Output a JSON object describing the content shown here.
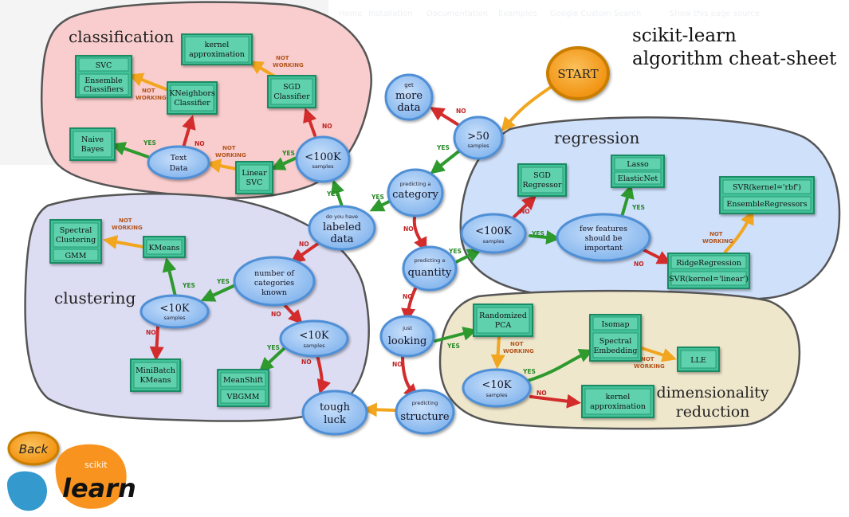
{
  "title_lines": [
    "scikit-learn",
    "algorithm cheat-sheet"
  ],
  "faded_nav": [
    "Home",
    "Installation",
    "Documentation",
    "Examples",
    "Google Custom Search",
    "Show this page source"
  ],
  "back_label": "Back",
  "logo": {
    "small": "scikit",
    "large": "learn",
    "colors": {
      "orange": "#f7931e",
      "blue": "#3499cd"
    }
  },
  "regions": {
    "classification": "classification",
    "regression": "regression",
    "clustering": "clustering",
    "dimensionality": [
      "dimensionality",
      "reduction"
    ]
  },
  "region_colors": {
    "classification": "#f9cdcd",
    "regression": "#cfe0fb",
    "clustering": "#dcdcf2",
    "dimensionality": "#efe7cc"
  },
  "nodes": {
    "start": "START",
    "more_data": {
      "small": "get",
      "big": [
        "more",
        "data"
      ]
    },
    "gt50": {
      "big": ">50",
      "small": "samples"
    },
    "category": {
      "small": "predicting a",
      "big": "category"
    },
    "labeled": {
      "small": "do you have",
      "big": [
        "labeled",
        "data"
      ]
    },
    "quantity": {
      "small": "predicting a",
      "big": "quantity"
    },
    "looking": {
      "small": "just",
      "big": "looking"
    },
    "structure": {
      "small": "predicting",
      "big": "structure"
    },
    "tough_luck": {
      "big": [
        "tough",
        "luck"
      ]
    },
    "clf_100k": {
      "big": "<100K",
      "small": "samples"
    },
    "text_data": {
      "big": [
        "Text",
        "Data"
      ]
    },
    "num_categories": {
      "big": [
        "number of",
        "categories",
        "known"
      ]
    },
    "clu_10k_a": {
      "big": "<10K",
      "small": "samples"
    },
    "clu_10k_b": {
      "big": "<10K",
      "small": "samples"
    },
    "reg_100k": {
      "big": "<100K",
      "small": "samples"
    },
    "few_features": {
      "big": [
        "few features",
        "should be",
        "important"
      ]
    },
    "dim_10k": {
      "big": "<10K",
      "small": "samples"
    }
  },
  "estimators": {
    "kernel_approx_clf": [
      "kernel",
      "approximation"
    ],
    "sgd_classifier": [
      "SGD",
      "Classifier"
    ],
    "kneighbors": [
      "KNeighbors",
      "Classifier"
    ],
    "svc": "SVC",
    "ensemble_classifiers": [
      "Ensemble",
      "Classifiers"
    ],
    "naive_bayes": [
      "Naive",
      "Bayes"
    ],
    "linear_svc": [
      "Linear",
      "SVC"
    ],
    "spectral_clustering": [
      "Spectral",
      "Clustering"
    ],
    "gmm": "GMM",
    "kmeans": "KMeans",
    "minibatch": [
      "MiniBatch",
      "KMeans"
    ],
    "meanshift": "MeanShift",
    "vbgmm": "VBGMM",
    "sgd_regressor": [
      "SGD",
      "Regressor"
    ],
    "lasso": "Lasso",
    "elasticnet": "ElasticNet",
    "svr_rbf": "SVR(kernel='rbf')",
    "ensemble_regressors": "EnsembleRegressors",
    "ridge": "RidgeRegression",
    "svr_linear": "SVR(kernel='linear')",
    "randomized_pca": [
      "Randomized",
      "PCA"
    ],
    "isomap": "Isomap",
    "spectral_embedding": [
      "Spectral",
      "Embedding"
    ],
    "lle": "LLE",
    "kernel_approx_dim": [
      "kernel",
      "approximation"
    ]
  },
  "edge_labels": {
    "yes": "YES",
    "no": "NO",
    "not_working": [
      "NOT",
      "WORKING"
    ]
  },
  "colors": {
    "yes": "#2e9a2e",
    "no": "#d32c2c",
    "not_working": "#f2a51e",
    "node_fill": "#8fbff0",
    "node_stroke": "#4f8fd6",
    "box_fill": "#43c29a",
    "box_stroke": "#1f8a62",
    "start_fill": "#f59a0c",
    "start_stroke": "#c97e05",
    "no_label": "#c02424",
    "yes_label": "#2a8a2a",
    "nw_label": "#b3551e"
  }
}
